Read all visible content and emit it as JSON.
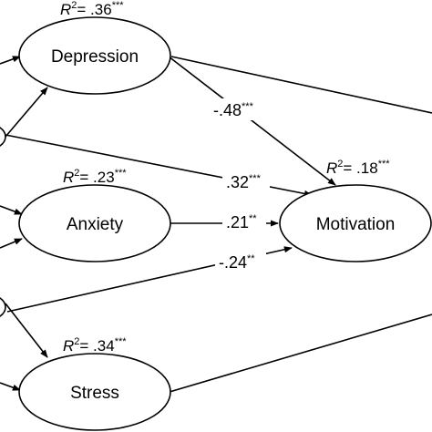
{
  "nodes": {
    "depression": {
      "label": "Depression"
    },
    "anxiety": {
      "label": "Anxiety"
    },
    "stress": {
      "label": "Stress"
    },
    "motivation": {
      "label": "Motivation"
    }
  },
  "r_squared": {
    "depression": {
      "symbol": "R",
      "power": "2",
      "eq": "= .36",
      "stars": "***"
    },
    "anxiety": {
      "symbol": "R",
      "power": "2",
      "eq": "= .23",
      "stars": "***"
    },
    "stress": {
      "symbol": "R",
      "power": "2",
      "eq": "= .34",
      "stars": "***"
    },
    "motivation": {
      "symbol": "R",
      "power": "2",
      "eq": "= .18",
      "stars": "***"
    }
  },
  "paths": {
    "depression_to_motivation": {
      "value": "-.48",
      "stars": "***"
    },
    "predictor_to_motivation_upper": {
      "value": ".32",
      "stars": "***"
    },
    "anxiety_to_motivation": {
      "value": ".21",
      "stars": "**"
    },
    "predictor_to_motivation_lower": {
      "value": "-.24",
      "stars": "**"
    }
  }
}
